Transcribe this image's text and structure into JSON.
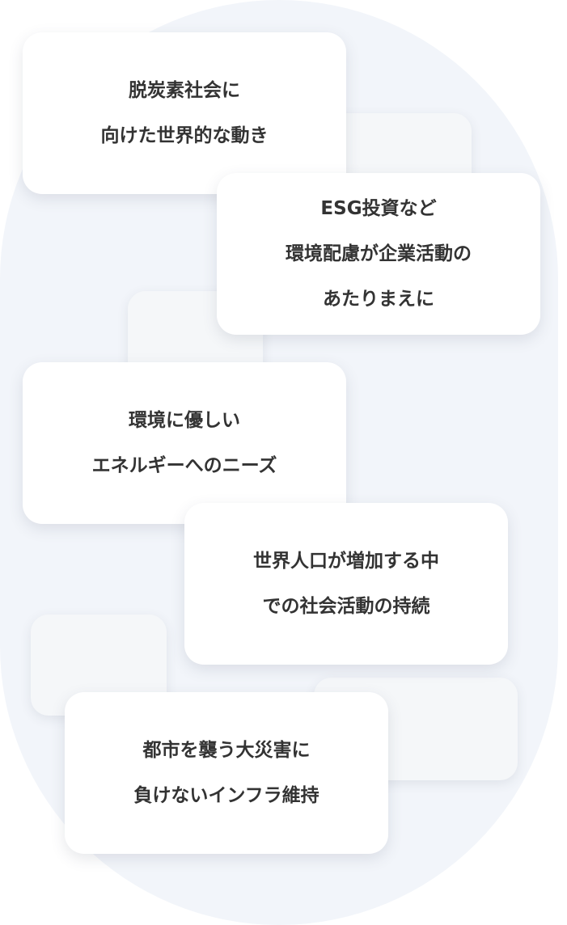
{
  "cards": [
    {
      "lines": [
        "脱炭素社会に",
        "向けた世界的な動き"
      ]
    },
    {
      "lines": [
        "ESG投資など",
        "環境配慮が企業活動の",
        "あたりまえに"
      ]
    },
    {
      "lines": [
        "環境に優しい",
        "エネルギーへのニーズ"
      ]
    },
    {
      "lines": [
        "世界人口が増加する中",
        "での社会活動の持続"
      ]
    },
    {
      "lines": [
        "都市を襲う大災害に",
        "負けないインフラ維持"
      ]
    }
  ],
  "colors": {
    "background_pill": "#f2f5fa",
    "card": "#ffffff",
    "text": "#333333",
    "decor": "#f5f7f9"
  }
}
